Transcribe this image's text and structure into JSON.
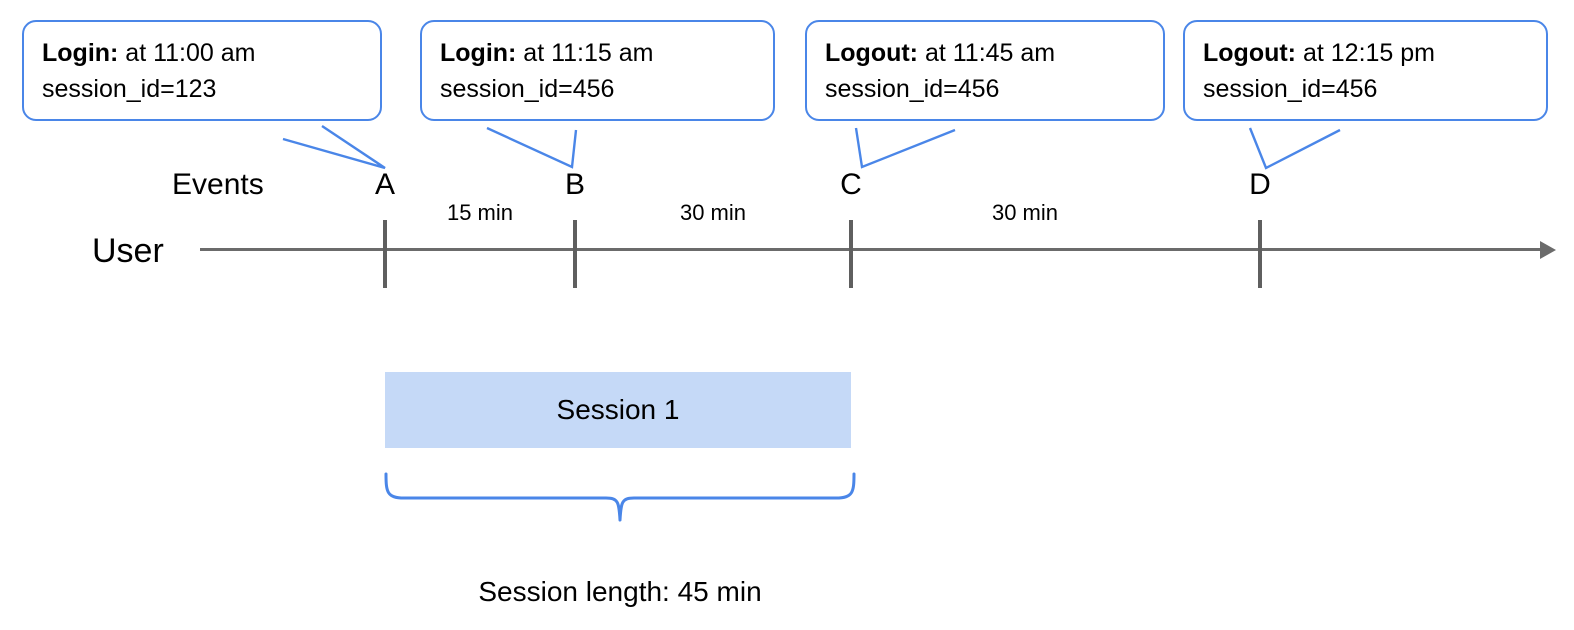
{
  "diagram": {
    "lane_labels": {
      "events": "Events",
      "user": "User"
    },
    "callouts": [
      {
        "event_type": "Login:",
        "time_text": " at 11:00 am",
        "session_line": "session_id=123",
        "points_to": "A"
      },
      {
        "event_type": "Login:",
        "time_text": " at 11:15 am",
        "session_line": "session_id=456",
        "points_to": "B"
      },
      {
        "event_type": "Logout:",
        "time_text": " at 11:45 am",
        "session_line": "session_id=456",
        "points_to": "C"
      },
      {
        "event_type": "Logout:",
        "time_text": " at 12:15 pm",
        "session_line": "session_id=456",
        "points_to": "D"
      }
    ],
    "markers": [
      {
        "label": "A"
      },
      {
        "label": "B"
      },
      {
        "label": "C"
      },
      {
        "label": "D"
      }
    ],
    "intervals": [
      {
        "label": "15 min",
        "from": "A",
        "to": "B"
      },
      {
        "label": "30 min",
        "from": "B",
        "to": "C"
      },
      {
        "label": "30 min",
        "from": "C",
        "to": "D"
      }
    ],
    "session": {
      "bar_label": "Session 1",
      "caption": "Session length: 45 min"
    },
    "colors": {
      "callout_border": "#4a86e8",
      "brace": "#4a86e8",
      "session_bar": "#c5d9f7",
      "axis": "#6b6b6b",
      "tick": "#5f5f5f",
      "text": "#000000"
    }
  }
}
